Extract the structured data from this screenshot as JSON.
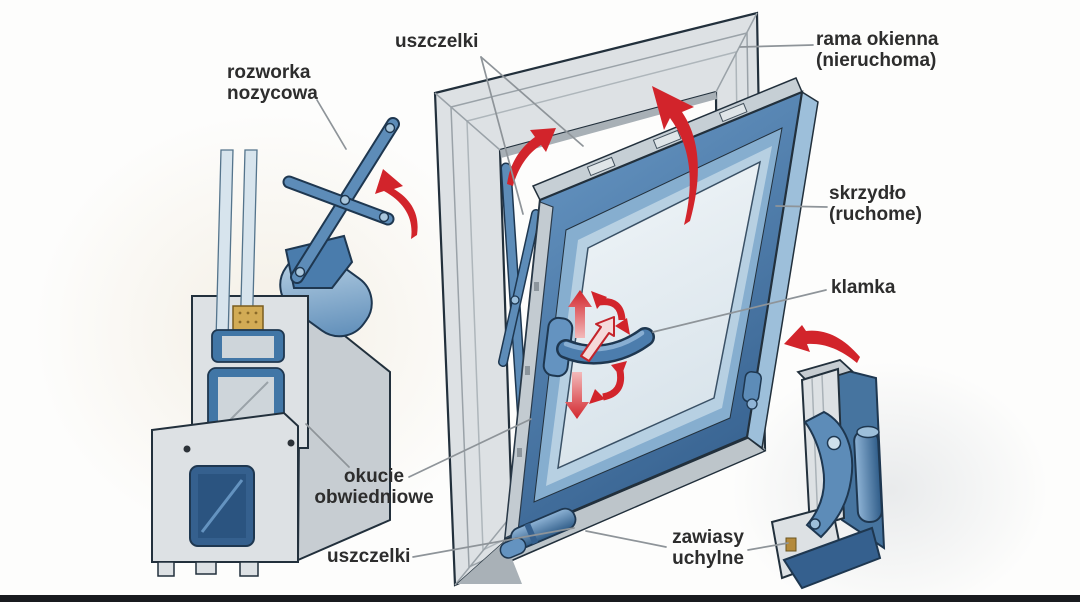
{
  "labels": {
    "rozworka": {
      "line1": "rozworka",
      "line2": "nozycowa"
    },
    "uszczelki_top": "uszczelki",
    "rama": {
      "line1": "rama okienna",
      "line2": "(nieruchoma)"
    },
    "skrzydlo": {
      "line1": "skrzydło",
      "line2": "(ruchome)"
    },
    "klamka": "klamka",
    "okucie": {
      "line1": "okucie",
      "line2": "obwiedniowe"
    },
    "uszczelki_bottom": "uszczelki",
    "zawiasy": {
      "line1": "zawiasy",
      "line2": "uchylne"
    }
  },
  "colors": {
    "frame_gray": "#dde1e4",
    "frame_gray_dark": "#bdc5ca",
    "sash_blue": "#4c7dad",
    "sash_blue_light": "#9dbfda",
    "sash_blue_dark": "#35608e",
    "glass": "#e9eff3",
    "arrow_red": "#d2242b",
    "outline_dark": "#22303c",
    "steel_blue": "#4176a6",
    "spacer_gold": "#d2ab55",
    "leader_gray": "#8e9499",
    "text": "#2d2d2d",
    "footer_bar": "#191b1f"
  }
}
